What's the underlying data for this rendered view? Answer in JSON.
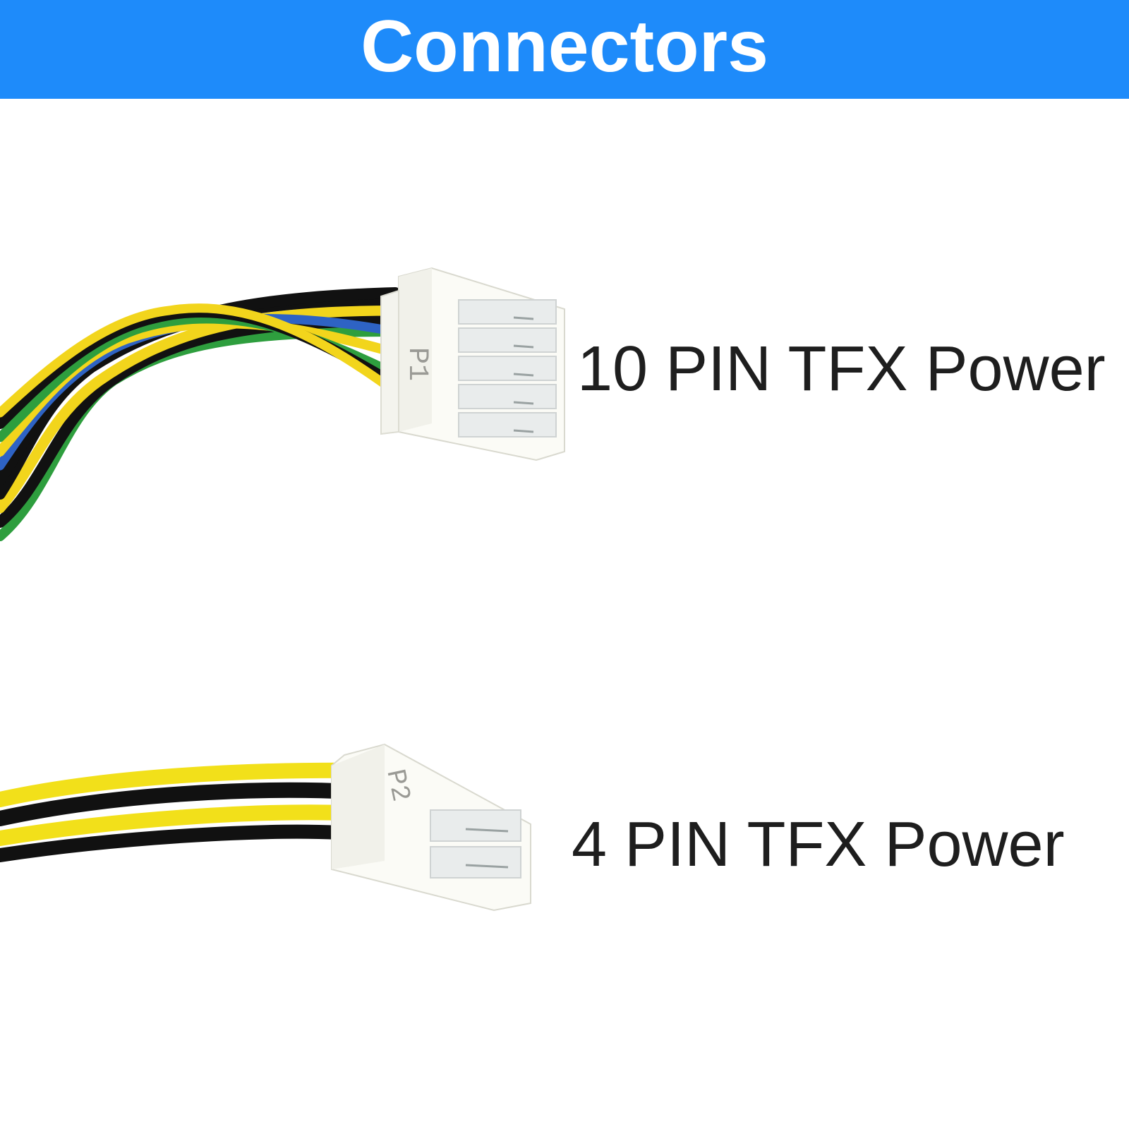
{
  "header": {
    "title": "Connectors",
    "background_color": "#1e8bfa"
  },
  "connectors": [
    {
      "label": "10 PIN TFX Power",
      "housing_marking": "P1",
      "wire_colors": [
        "#111111",
        "#f2d51c",
        "#2e9e3e",
        "#2e63c4"
      ]
    },
    {
      "label": "4 PIN TFX Power",
      "housing_marking": "P2",
      "wire_colors": [
        "#111111",
        "#f2e01a"
      ]
    }
  ]
}
